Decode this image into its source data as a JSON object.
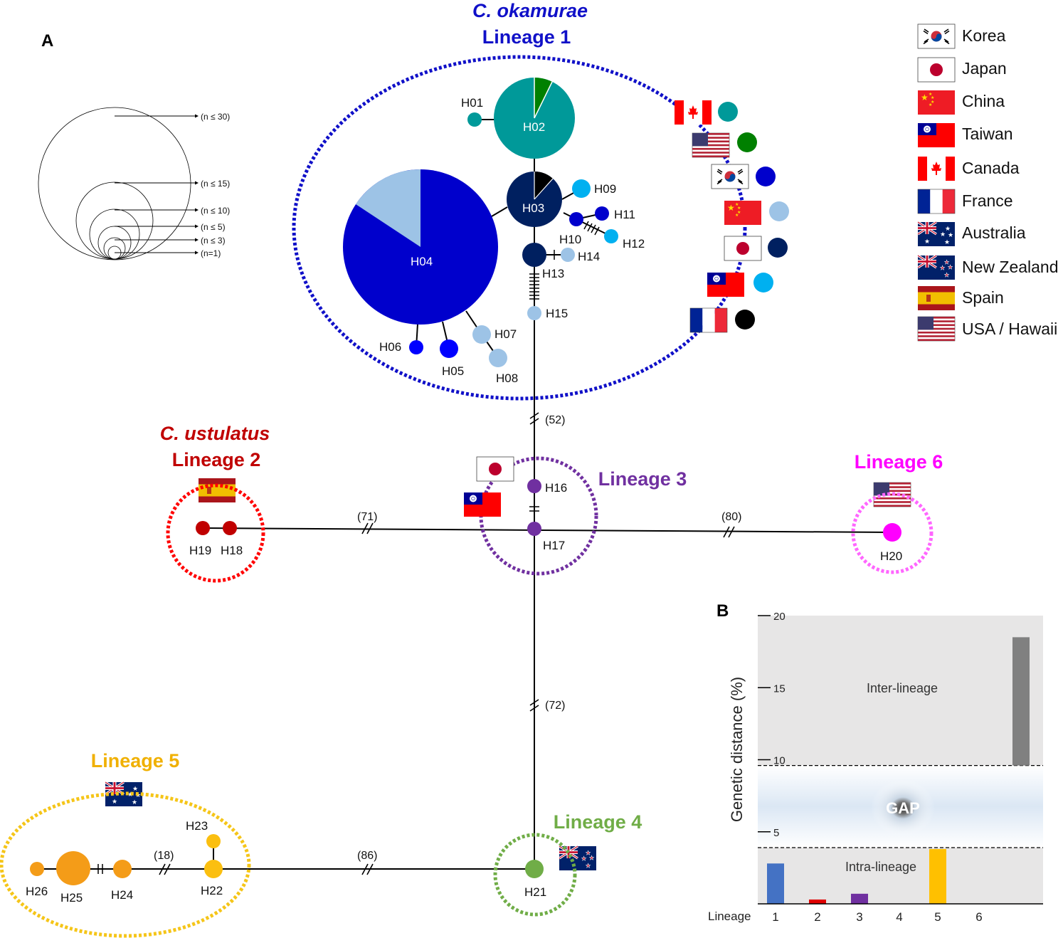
{
  "panel_a": {
    "label": "A",
    "lineages": {
      "l1_species": "C. okamurae",
      "l1": "Lineage 1",
      "l2_species": "C. ustulatus",
      "l2": "Lineage 2",
      "l3": "Lineage 3",
      "l4": "Lineage 4",
      "l5": "Lineage 5",
      "l6": "Lineage 6"
    },
    "colors": {
      "lineage1": "#1010c8",
      "lineage2": "#c80000",
      "lineage3": "#7030a0",
      "lineage4": "#70ad47",
      "lineage5": "#f0b000",
      "lineage6": "#ff00ff"
    },
    "haplotypes": {
      "H01": "H01",
      "H02": "H02",
      "H03": "H03",
      "H04": "H04",
      "H05": "H05",
      "H06": "H06",
      "H07": "H07",
      "H08": "H08",
      "H09": "H09",
      "H10": "H10",
      "H11": "H11",
      "H12": "H12",
      "H13": "H13",
      "H14": "H14",
      "H15": "H15",
      "H16": "H16",
      "H17": "H17",
      "H18": "H18",
      "H19": "H19",
      "H20": "H20",
      "H21": "H21",
      "H22": "H22",
      "H23": "H23",
      "H24": "H24",
      "H25": "H25",
      "H26": "H26"
    },
    "breaks": {
      "b52": "(52)",
      "b71": "(71)",
      "b80": "(80)",
      "b72": "(72)",
      "b86": "(86)",
      "b18": "(18)"
    },
    "size_legend": [
      "(n ≤ 30)",
      "(n ≤ 15)",
      "(n ≤ 10)",
      "(n ≤ 5)",
      "(n ≤ 3)",
      "(n=1)"
    ],
    "flag_country_colors": [
      {
        "flag": "canada-flag",
        "color": "#009999"
      },
      {
        "flag": "usa-flag",
        "color": "#008000"
      },
      {
        "flag": "korea-flag",
        "color": "#0000cc"
      },
      {
        "flag": "china-flag",
        "color": "#9dc3e6"
      },
      {
        "flag": "japan-flag",
        "color": "#002060"
      },
      {
        "flag": "taiwan-flag",
        "color": "#00b0f0"
      },
      {
        "flag": "france-flag",
        "color": "#000000"
      }
    ]
  },
  "country_legend": [
    {
      "name": "Korea",
      "flag": "korea-flag"
    },
    {
      "name": "Japan",
      "flag": "japan-flag"
    },
    {
      "name": "China",
      "flag": "china-flag"
    },
    {
      "name": "Taiwan",
      "flag": "taiwan-flag"
    },
    {
      "name": "Canada",
      "flag": "canada-flag"
    },
    {
      "name": "France",
      "flag": "france-flag"
    },
    {
      "name": "Australia",
      "flag": "australia-flag"
    },
    {
      "name": "New Zealand",
      "flag": "new-zealand-flag"
    },
    {
      "name": "Spain",
      "flag": "spain-flag"
    },
    {
      "name": "USA / Hawaii",
      "flag": "usa-flag"
    }
  ],
  "chart_data": {
    "type": "bar",
    "panel_label": "B",
    "ylabel": "Genetic distance (%)",
    "xlabel": "Lineage",
    "categories": [
      "1",
      "2",
      "3",
      "4",
      "5",
      "6"
    ],
    "yticks": [
      "5",
      "10",
      "15",
      "20"
    ],
    "intra_values": [
      2.8,
      0.3,
      0.7,
      0.0,
      3.8,
      0.0
    ],
    "intra_colors": [
      "#4472c4",
      "#e00000",
      "#7030a0",
      "#70ad47",
      "#ffc000",
      "#ff00ff"
    ],
    "inter_value": 18.5,
    "inter_color": "#808080",
    "inter_range": [
      9.6,
      20
    ],
    "intra_range": [
      0,
      3.9
    ],
    "ylim": [
      0,
      20
    ],
    "zones": {
      "inter": "Inter-lineage",
      "gap": "GAP",
      "intra": "Intra-lineage"
    }
  }
}
